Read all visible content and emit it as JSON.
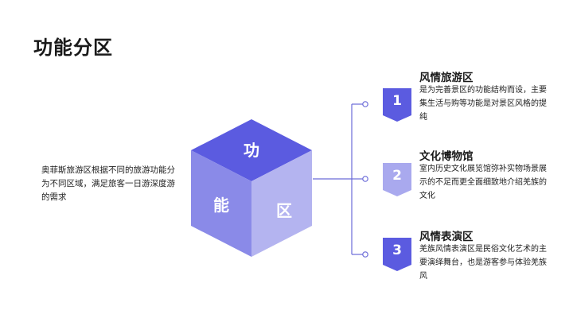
{
  "title": "功能分区",
  "intro": "奥菲斯旅游区根据不同的旅游功能分为不同区域，满足旅客一日游深度游的需求",
  "cube": {
    "top_char": "功",
    "left_char": "能",
    "right_char": "区"
  },
  "colors": {
    "cube_top": "#5b5be0",
    "cube_left": "#8a8ae8",
    "cube_right": "#b4b4f0",
    "badge_1": "#5b5be0",
    "badge_2": "#a9a9ee",
    "badge_3": "#5b5be0",
    "line": "#6b6bd8"
  },
  "items": [
    {
      "number": "1",
      "title": "风情旅游区",
      "desc": "是为完善景区的功能结构而设，主要集生活与购等功能是对景区风格的提纯"
    },
    {
      "number": "2",
      "title": "文化博物馆",
      "desc": "室内历史文化展览馆弥补实物场景展示的不足而更全面细致地介绍羌族的文化"
    },
    {
      "number": "3",
      "title": "风情表演区",
      "desc": "羌族风情表演区是民俗文化艺术的主要演绎舞台，也是游客参与体验羌族风"
    }
  ]
}
